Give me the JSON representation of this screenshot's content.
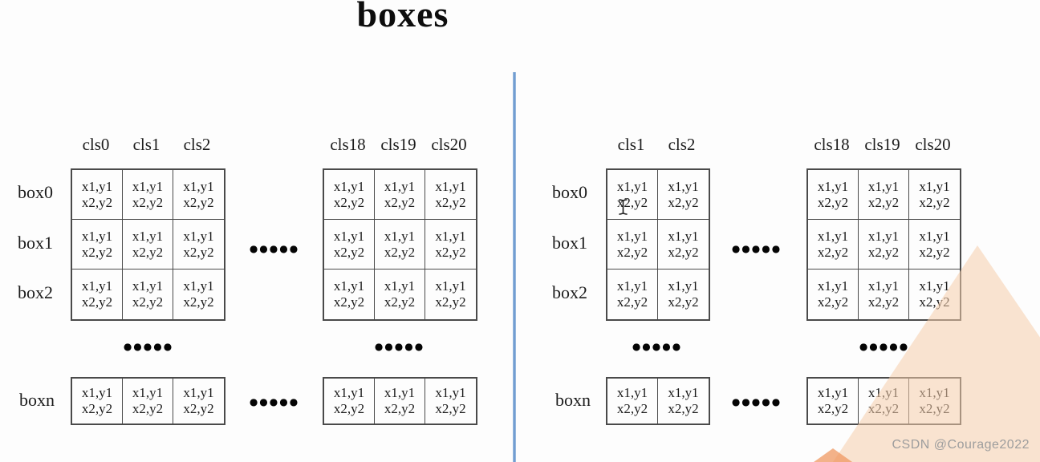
{
  "title": "boxes",
  "cell_text": {
    "line1": "x1,y1",
    "line2": "x2,y2"
  },
  "dots": "●●●●●",
  "left_panel": {
    "row_labels": [
      "box0",
      "box1",
      "box2"
    ],
    "boxn_label": "boxn",
    "top_left_table": {
      "headers": [
        "cls0",
        "cls1",
        "cls2"
      ],
      "rows": 3,
      "cols": 3
    },
    "top_right_table": {
      "headers": [
        "cls18",
        "cls19",
        "cls20"
      ],
      "rows": 3,
      "cols": 3
    },
    "bottom_left_table": {
      "rows": 1,
      "cols": 3
    },
    "bottom_right_table": {
      "rows": 1,
      "cols": 3
    }
  },
  "right_panel": {
    "row_labels": [
      "box0",
      "box1",
      "box2"
    ],
    "boxn_label": "boxn",
    "top_left_table": {
      "headers": [
        "cls1",
        "cls2"
      ],
      "rows": 3,
      "cols": 2
    },
    "top_right_table": {
      "headers": [
        "cls18",
        "cls19",
        "cls20"
      ],
      "rows": 3,
      "cols": 3
    },
    "bottom_left_table": {
      "rows": 1,
      "cols": 2
    },
    "bottom_right_table": {
      "rows": 1,
      "cols": 3
    }
  },
  "watermark": {
    "text": "CSDN @Courage2022"
  },
  "colors": {
    "divider_blue": "#5f90ca",
    "table_border": "#4a4a4a",
    "text": "#1b1b1b",
    "watermark_peach": "#fae3d1",
    "watermark_salmon": "#f3b28a",
    "watermark_text_gray": "#9d9d9d"
  }
}
